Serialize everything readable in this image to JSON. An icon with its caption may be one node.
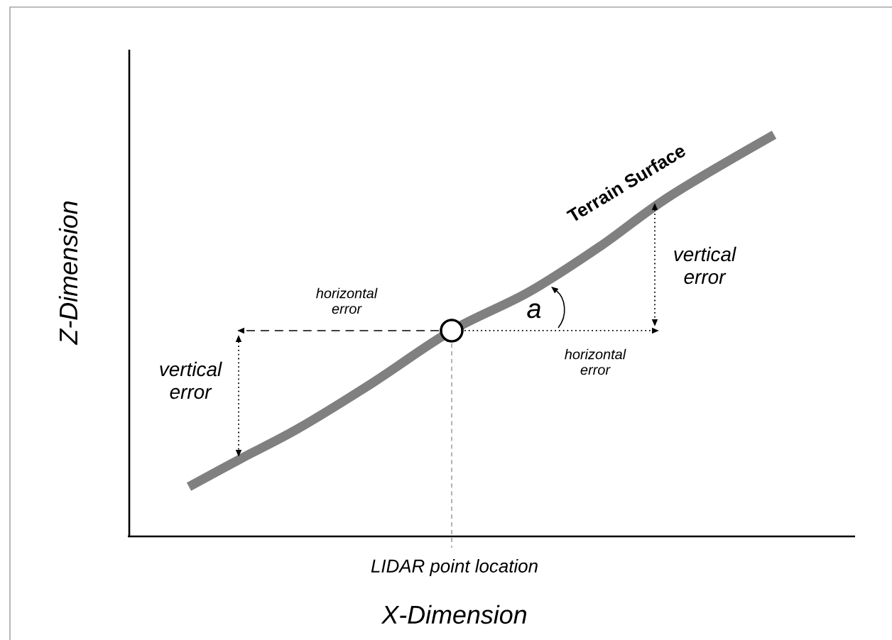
{
  "diagram": {
    "labels": [
      "Terrain Surface",
      "Z-Dimension",
      "vertical error",
      "horizontal error",
      "a",
      "vertical error",
      "horizontal error",
      "LIDAR point location",
      "X-Dimension"
    ]
  }
}
